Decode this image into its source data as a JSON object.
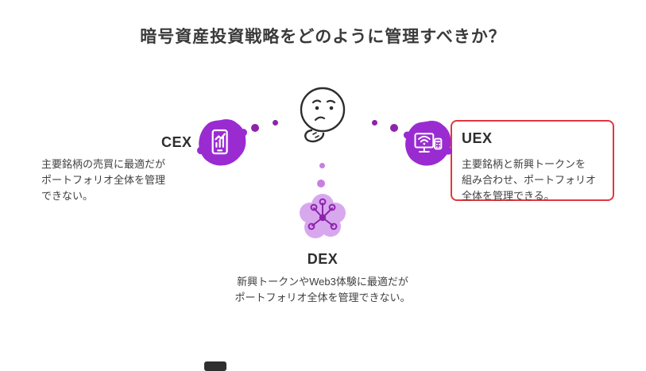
{
  "title": "暗号資産投資戦略をどのように管理すべきか？",
  "options": {
    "cex": {
      "label": "CEX",
      "lines": [
        "主要銘柄の売買に最適だが",
        "ポートフォリオ全体を管理",
        "できない。"
      ]
    },
    "uex": {
      "label": "UEX",
      "highlighted": true,
      "lines": [
        "主要銘柄と新興トークンを",
        "組み合わせ、ポートフォリオ",
        "全体を管理できる。"
      ]
    },
    "dex": {
      "label": "DEX",
      "lines": [
        "新興トークンやWeb3体験に最適だが",
        "ポートフォリオ全体を管理できない。"
      ]
    }
  },
  "icons": {
    "center": "thinking-face-icon",
    "cex": "mobile-trading-icon",
    "uex": "smart-terminal-icon",
    "dex": "network-nodes-icon"
  },
  "colors": {
    "accent_purple": "#9a2bd1",
    "dex_blob_purple": "#d8a8ef",
    "glyph_purple": "#8e24aa",
    "highlight_red": "#e0383e",
    "title_text": "#3a3a3a",
    "body_text": "#3f3f3f"
  }
}
